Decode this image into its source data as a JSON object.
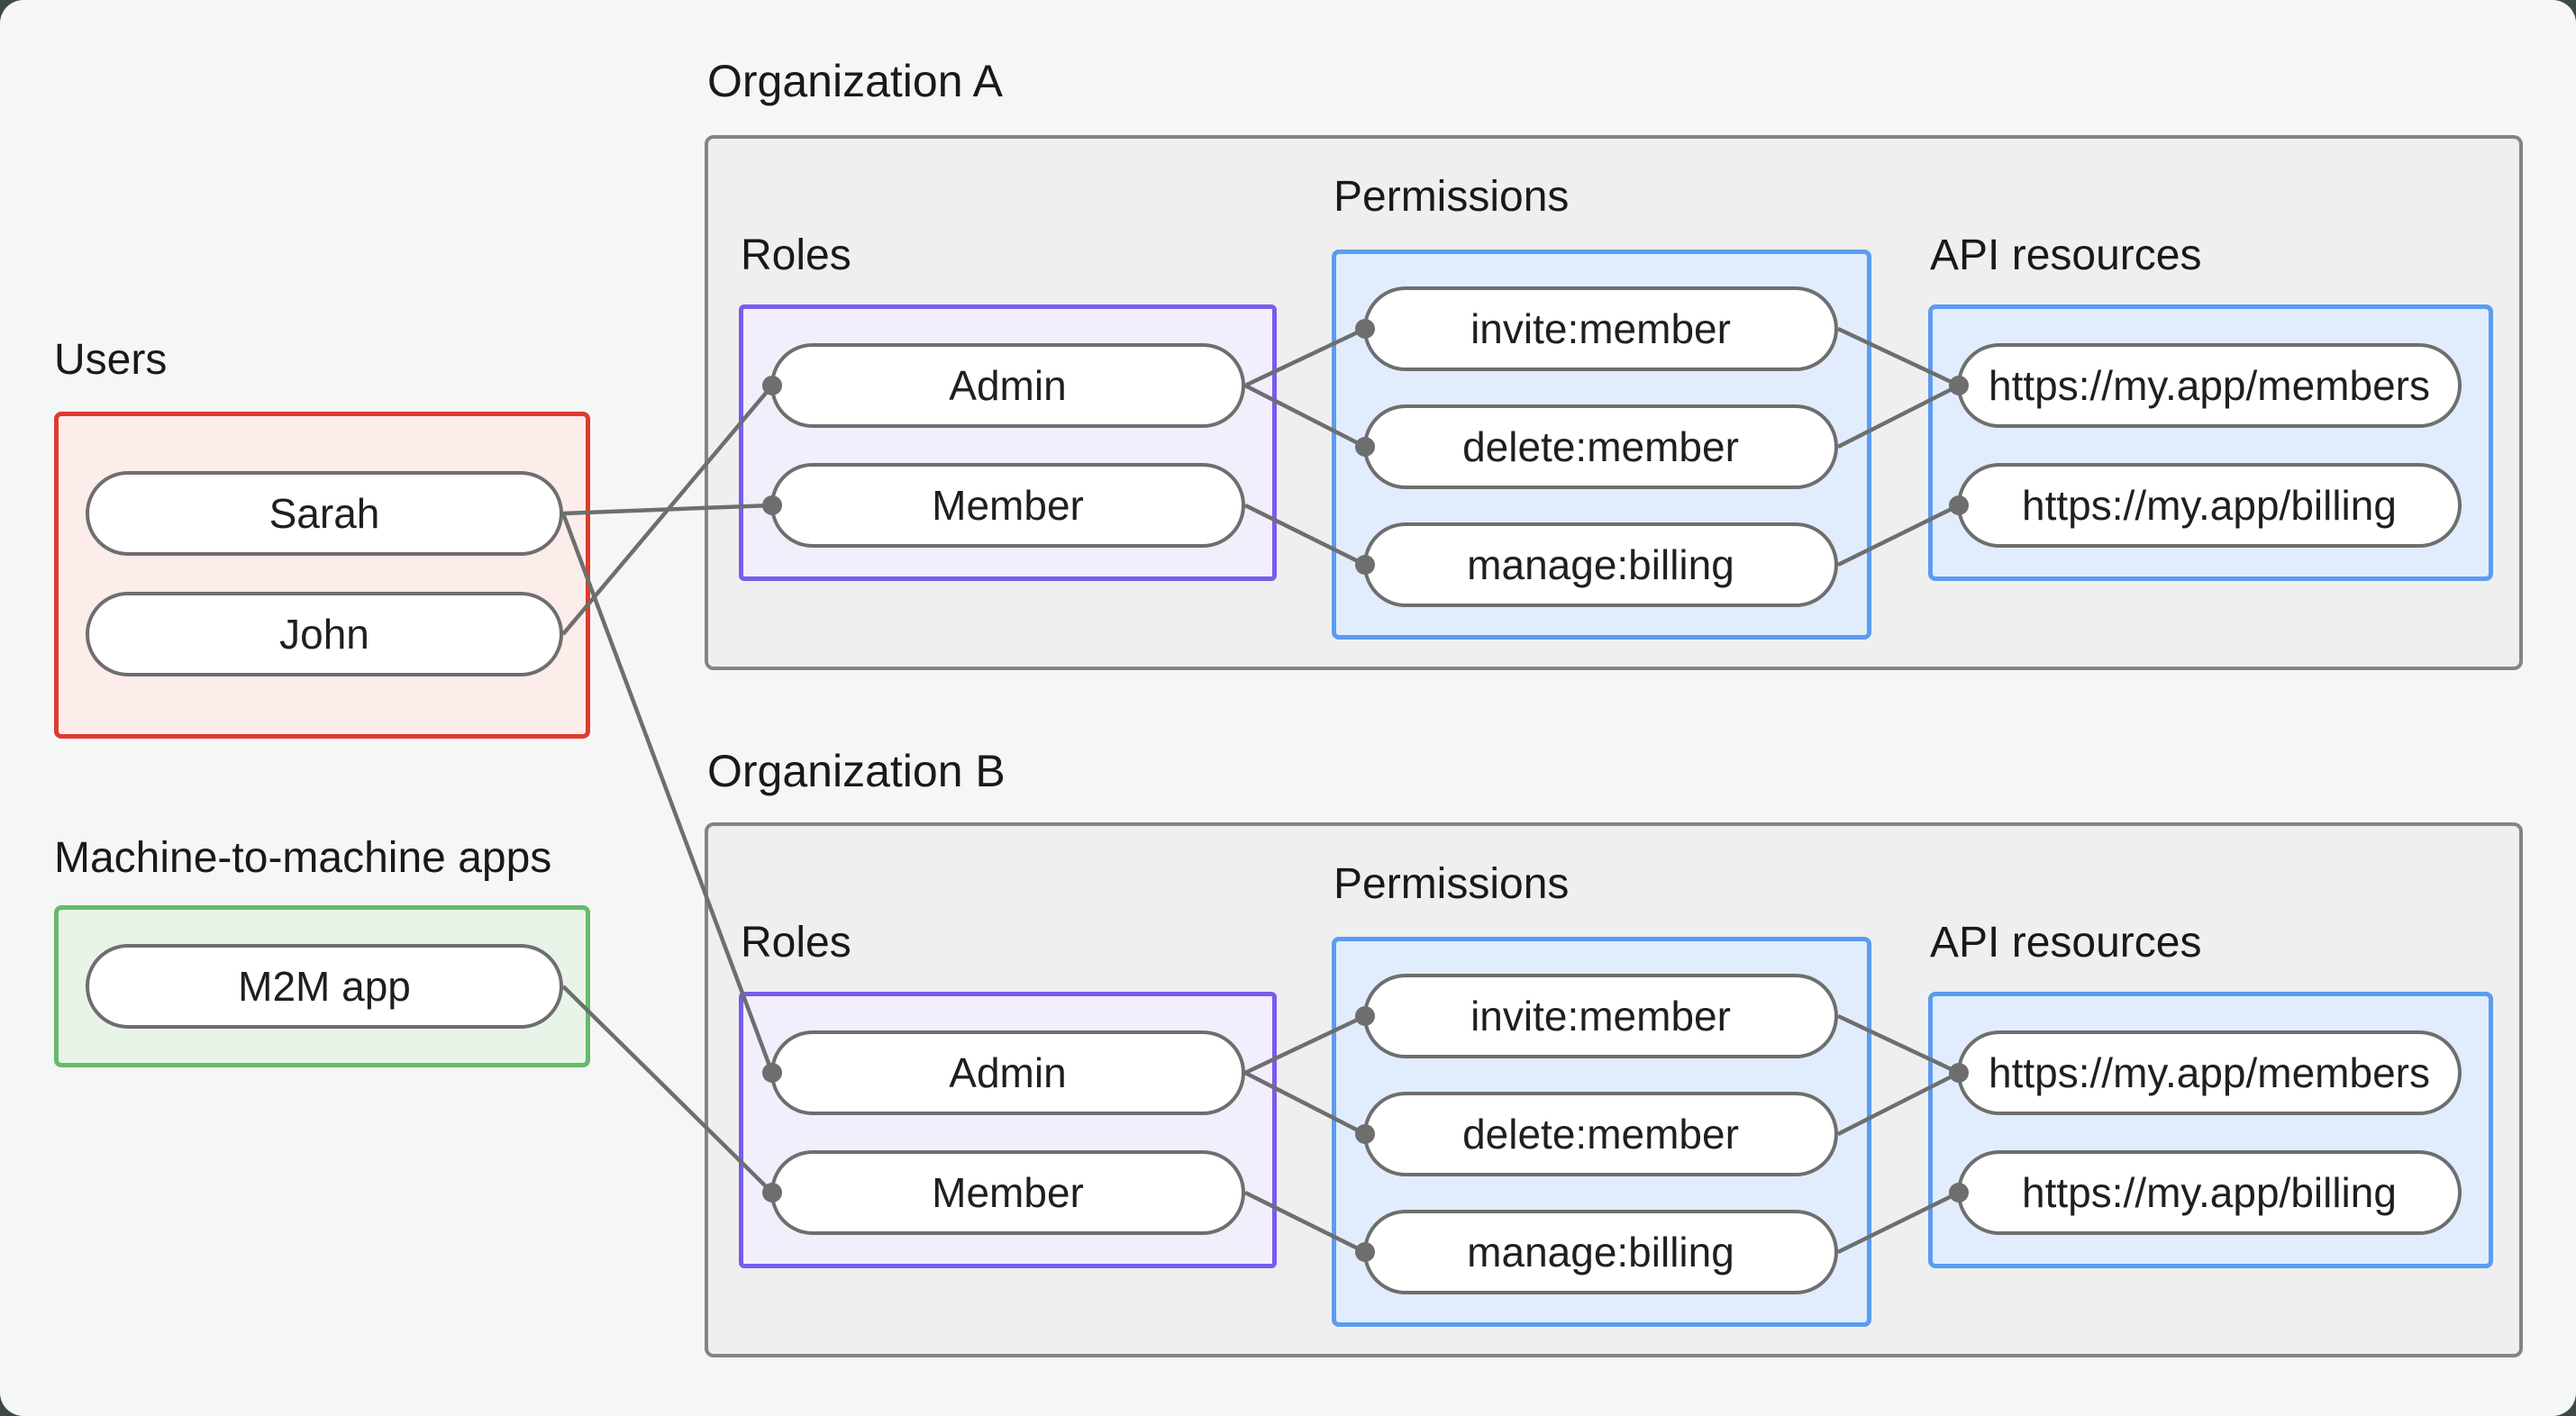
{
  "users_section": {
    "label": "Users",
    "items": [
      {
        "label": "Sarah"
      },
      {
        "label": "John"
      }
    ]
  },
  "m2m_section": {
    "label": "Machine-to-machine apps",
    "items": [
      {
        "label": "M2M app"
      }
    ]
  },
  "org_a": {
    "label": "Organization A",
    "roles": {
      "label": "Roles",
      "items": [
        {
          "label": "Admin"
        },
        {
          "label": "Member"
        }
      ]
    },
    "permissions": {
      "label": "Permissions",
      "items": [
        {
          "label": "invite:member"
        },
        {
          "label": "delete:member"
        },
        {
          "label": "manage:billing"
        }
      ]
    },
    "api_resources": {
      "label": "API resources",
      "items": [
        {
          "label": "https://my.app/members"
        },
        {
          "label": "https://my.app/billing"
        }
      ]
    }
  },
  "org_b": {
    "label": "Organization B",
    "roles": {
      "label": "Roles",
      "items": [
        {
          "label": "Admin"
        },
        {
          "label": "Member"
        }
      ]
    },
    "permissions": {
      "label": "Permissions",
      "items": [
        {
          "label": "invite:member"
        },
        {
          "label": "delete:member"
        },
        {
          "label": "manage:billing"
        }
      ]
    },
    "api_resources": {
      "label": "API resources",
      "items": [
        {
          "label": "https://my.app/members"
        },
        {
          "label": "https://my.app/billing"
        }
      ]
    }
  },
  "connections": [
    {
      "from": "Sarah",
      "to": "Organization A / Member"
    },
    {
      "from": "John",
      "to": "Organization A / Admin"
    },
    {
      "from": "Sarah",
      "to": "Organization B / Admin"
    },
    {
      "from": "M2M app",
      "to": "Organization B / Member"
    },
    {
      "from": "Organization A / Admin",
      "to": "Organization A / invite:member"
    },
    {
      "from": "Organization A / Admin",
      "to": "Organization A / delete:member"
    },
    {
      "from": "Organization A / Member",
      "to": "Organization A / manage:billing"
    },
    {
      "from": "Organization A / invite:member",
      "to": "Organization A / https://my.app/members"
    },
    {
      "from": "Organization A / delete:member",
      "to": "Organization A / https://my.app/members"
    },
    {
      "from": "Organization A / manage:billing",
      "to": "Organization A / https://my.app/billing"
    },
    {
      "from": "Organization B / Admin",
      "to": "Organization B / invite:member"
    },
    {
      "from": "Organization B / Admin",
      "to": "Organization B / delete:member"
    },
    {
      "from": "Organization B / Member",
      "to": "Organization B / manage:billing"
    },
    {
      "from": "Organization B / invite:member",
      "to": "Organization B / https://my.app/members"
    },
    {
      "from": "Organization B / delete:member",
      "to": "Organization B / https://my.app/members"
    },
    {
      "from": "Organization B / manage:billing",
      "to": "Organization B / https://my.app/billing"
    }
  ],
  "colors": {
    "page_background": "#f5f7f6",
    "corner_backdrop": "#3c4a42",
    "org_fill": "#eeefee",
    "org_border": "#818584",
    "users_fill": "#fcecea",
    "users_border": "#df3b30",
    "m2m_fill": "#e9f4e9",
    "m2m_border": "#66ba6a",
    "roles_fill": "#f3eefb",
    "roles_border": "#7a5bef",
    "blue_fill": "#e1edfc",
    "blue_border": "#5b9cf1",
    "pill_fill": "#ffffff",
    "pill_border": "#6e6e6e",
    "edge": "#6e6e6e",
    "text": "#17191a"
  }
}
